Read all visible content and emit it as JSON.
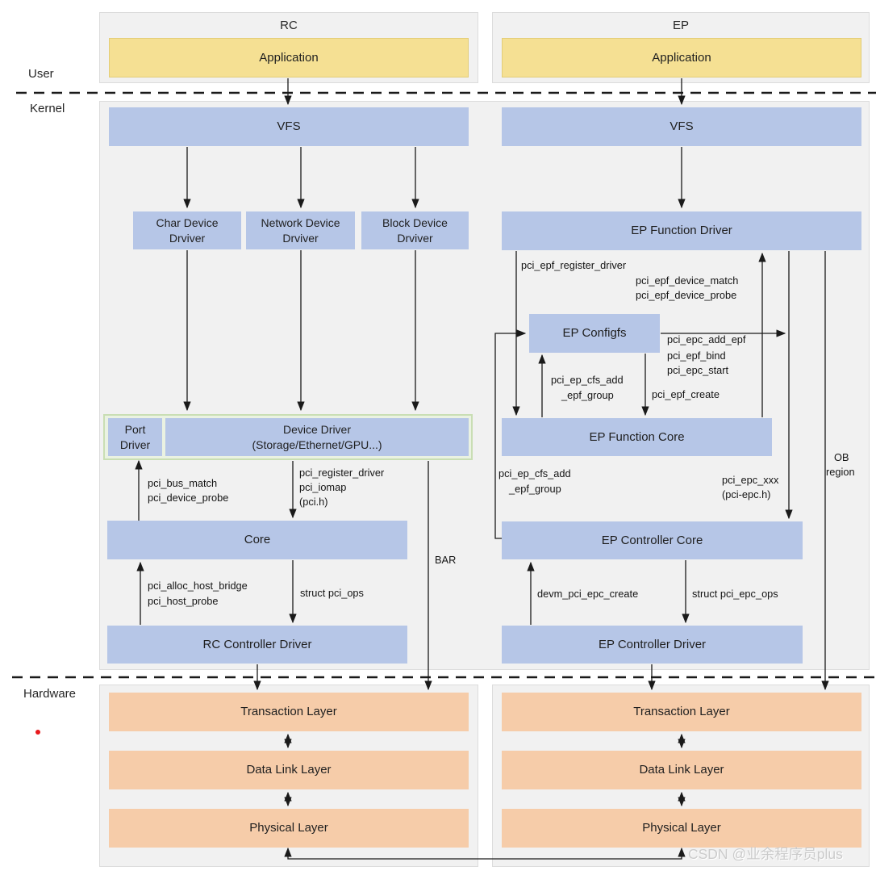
{
  "regions": {
    "user": "User",
    "kernel": "Kernel",
    "hardware": "Hardware"
  },
  "rc": {
    "title": "RC",
    "application": "Application",
    "vfs": "VFS",
    "char_driver": "Char Device Drviver",
    "network_driver": "Network Device Drviver",
    "block_driver": "Block Device Drviver",
    "port_driver": "Port Driver",
    "device_driver_line1": "Device Driver",
    "device_driver_line2": "(Storage/Ethernet/GPU...)",
    "core": "Core",
    "controller_driver": "RC Controller Driver",
    "transaction_layer": "Transaction Layer",
    "data_link_layer": "Data Link Layer",
    "physical_layer": "Physical Layer"
  },
  "ep": {
    "title": "EP",
    "application": "Application",
    "vfs": "VFS",
    "function_driver": "EP Function Driver",
    "configfs": "EP Configfs",
    "function_core": "EP Function Core",
    "controller_core": "EP Controller Core",
    "controller_driver": "EP Controller Driver",
    "transaction_layer": "Transaction Layer",
    "data_link_layer": "Data Link Layer",
    "physical_layer": "Physical Layer"
  },
  "labels": {
    "pci_bus_match": "pci_bus_match",
    "pci_device_probe": "pci_device_probe",
    "pci_register_driver": "pci_register_driver",
    "pci_iomap": "pci_iomap",
    "pci_h": "(pci.h)",
    "pci_alloc_host_bridge": "pci_alloc_host_bridge",
    "pci_host_probe": "pci_host_probe",
    "struct_pci_ops": "struct pci_ops",
    "bar": "BAR",
    "pci_epf_register_driver": "pci_epf_register_driver",
    "pci_epf_device_match": "pci_epf_device_match",
    "pci_epf_device_probe": "pci_epf_device_probe",
    "pci_epc_add_epf": "pci_epc_add_epf",
    "pci_epf_bind": "pci_epf_bind",
    "pci_epc_start": "pci_epc_start",
    "pci_ep_cfs_add": "pci_ep_cfs_add",
    "epf_group": "_epf_group",
    "pci_epf_create": "pci_epf_create",
    "pci_epc_xxx": "pci_epc_xxx",
    "pci_epc_h": "(pci-epc.h)",
    "ob": "OB",
    "region": "region",
    "devm_pci_epc_create": "devm_pci_epc_create",
    "struct_pci_epc_ops": "struct pci_epc_ops"
  },
  "watermark": "CSDN @业余程序员plus",
  "colors": {
    "box-blue": "#b6c6e7",
    "box-yellow": "#f5e093",
    "box-orange": "#f6cca9",
    "container-gray": "#f1f1f1",
    "container-border": "#dcdcdc",
    "green-fill": "#eaf2e2",
    "green-border": "#c9deb4",
    "arrow": "#1a1a1a",
    "watermark": "#cbcbcb"
  }
}
